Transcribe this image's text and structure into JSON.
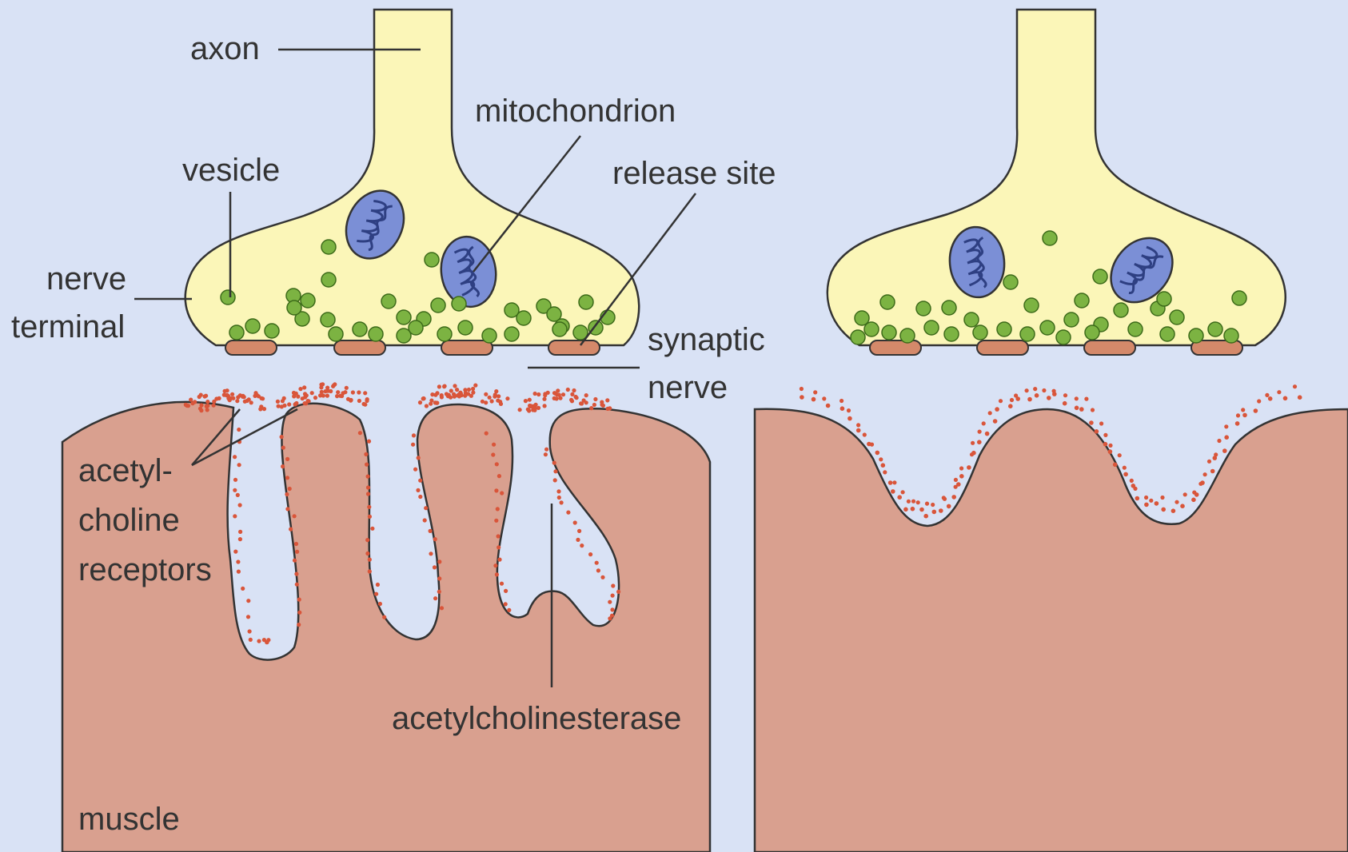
{
  "labels": {
    "axon": "axon",
    "mitochondrion": "mitochondrion",
    "vesicle": "vesicle",
    "release_site": "release site",
    "nerve_terminal_line1": "nerve",
    "nerve_terminal_line2": "terminal",
    "synaptic_nerve_line1": "synaptic",
    "synaptic_nerve_line2": "nerve",
    "ach_receptors_line1": "acetyl-",
    "ach_receptors_line2": "choline",
    "ach_receptors_line3": "receptors",
    "acetylcholinesterase": "acetylcholinesterase",
    "muscle": "muscle"
  },
  "colors": {
    "background": "#d9e2f5",
    "terminal_fill": "#fbf6b8",
    "vesicle_fill": "#7cb342",
    "mitochondrion_fill": "#7b8fd6",
    "release_site_fill": "#d4896a",
    "muscle_fill": "#d9a08f",
    "receptor_dot": "#d9553a",
    "outline": "#333333"
  }
}
